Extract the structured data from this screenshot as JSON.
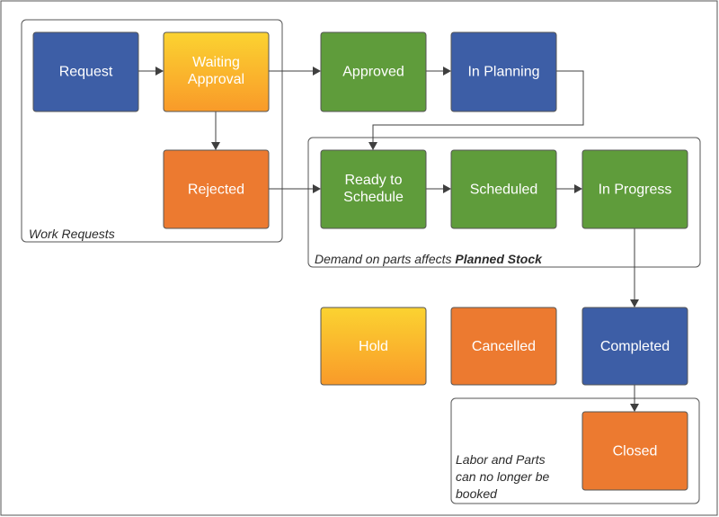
{
  "colors": {
    "blue": "#3d5ea6",
    "green": "#5f9c3b",
    "orange": "#ec7a30",
    "yellow_top": "#fbd331",
    "yellow_bottom": "#f99a29",
    "border": "#555555",
    "arrow": "#3f3f3f"
  },
  "nodes": {
    "request": {
      "line1": "Request",
      "line2": ""
    },
    "waiting_approval": {
      "line1": "Waiting",
      "line2": "Approval"
    },
    "approved": {
      "line1": "Approved",
      "line2": ""
    },
    "in_planning": {
      "line1": "In Planning",
      "line2": ""
    },
    "rejected": {
      "line1": "Rejected",
      "line2": ""
    },
    "ready_to_schedule": {
      "line1": "Ready to",
      "line2": "Schedule"
    },
    "scheduled": {
      "line1": "Scheduled",
      "line2": ""
    },
    "in_progress": {
      "line1": "In Progress",
      "line2": ""
    },
    "hold": {
      "line1": "Hold",
      "line2": ""
    },
    "cancelled": {
      "line1": "Cancelled",
      "line2": ""
    },
    "completed": {
      "line1": "Completed",
      "line2": ""
    },
    "closed": {
      "line1": "Closed",
      "line2": ""
    }
  },
  "groups": {
    "work_requests": {
      "label": "Work Requests"
    },
    "planned_stock": {
      "label_prefix": "Demand on parts affects ",
      "label_bold": "Planned Stock"
    },
    "closed_group": {
      "line1": "Labor and Parts",
      "line2": "can no longer be",
      "line3": "booked"
    }
  }
}
